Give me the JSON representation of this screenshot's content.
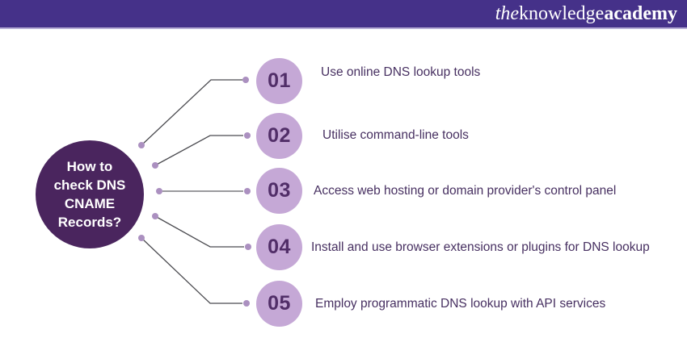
{
  "header": {
    "logo_the": "the",
    "logo_knowledge": "knowledge",
    "logo_academy": "academy"
  },
  "center_circle": {
    "lines": [
      "How to",
      "check DNS",
      "CNAME",
      "Records?"
    ]
  },
  "items": [
    {
      "number": "01",
      "label": "Use online DNS lookup tools"
    },
    {
      "number": "02",
      "label": "Utilise command-line tools"
    },
    {
      "number": "03",
      "label": "Access web hosting or domain provider's control panel"
    },
    {
      "number": "04",
      "label": "Install and use browser extensions or plugins for DNS lookup"
    },
    {
      "number": "05",
      "label": "Employ programmatic DNS lookup with API services"
    }
  ],
  "icons": {
    "connector_dot": "small filled circle marking each connector endpoint"
  },
  "colors": {
    "header_bg": "#453189",
    "header_border": "#b5abd4",
    "center_circle_bg": "#4A255E",
    "center_text": "#ffffff",
    "item_circle_bg": "#C5A8D6",
    "number_text": "#512E68",
    "item_text": "#473061",
    "connector_dot": "#AB90C0",
    "connector_line_dark": "#4b4b50",
    "connector_line_gray": "#9a9a9e"
  }
}
